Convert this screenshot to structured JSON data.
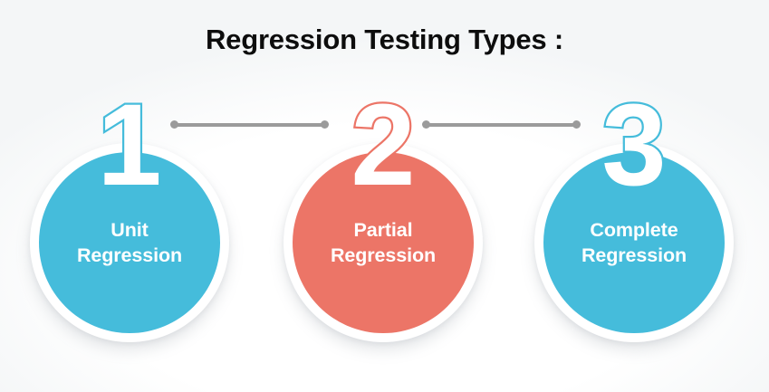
{
  "title": "Regression Testing Types :",
  "colors": {
    "teal": "#45bcdb",
    "coral": "#ec7567",
    "connector": "#9b9b9b",
    "title": "#0d0d0d",
    "background": "#ffffff",
    "label_text": "#ffffff"
  },
  "steps": [
    {
      "number": "1",
      "label_line1": "Unit",
      "label_line2": "Regression",
      "color": "#45bcdb",
      "color_name": "teal"
    },
    {
      "number": "2",
      "label_line1": "Partial",
      "label_line2": "Regression",
      "color": "#ec7567",
      "color_name": "coral"
    },
    {
      "number": "3",
      "label_line1": "Complete",
      "label_line2": "Regression",
      "color": "#45bcdb",
      "color_name": "teal"
    }
  ],
  "connectors": [
    {
      "name": "connector-1-2",
      "from": "1",
      "to": "2"
    },
    {
      "name": "connector-2-3",
      "from": "2",
      "to": "3"
    }
  ]
}
